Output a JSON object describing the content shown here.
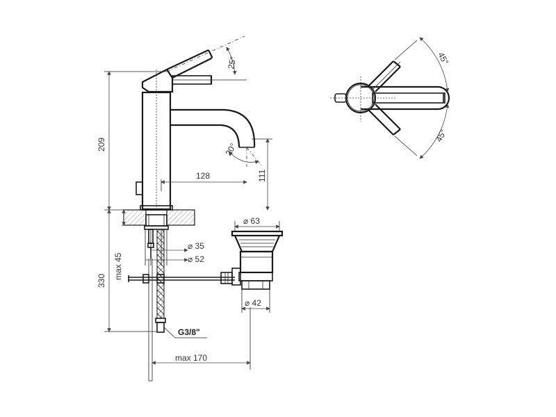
{
  "side_view": {
    "dim_height_total": "209",
    "dim_spout_reach": "128",
    "dim_spout_height": "111",
    "angle_handle": "25°",
    "angle_spout": "20°",
    "dim_below_total": "330",
    "dim_max_thickness": "max 45",
    "dim_d35": "⌀ 35",
    "dim_d52": "⌀ 52",
    "thread_label": "G3/8\"",
    "dim_max_170": "max 170"
  },
  "waste_view": {
    "dim_d63": "⌀ 63",
    "dim_d42": "⌀ 42"
  },
  "top_view": {
    "angle_upper": "45°",
    "angle_lower": "45°"
  }
}
